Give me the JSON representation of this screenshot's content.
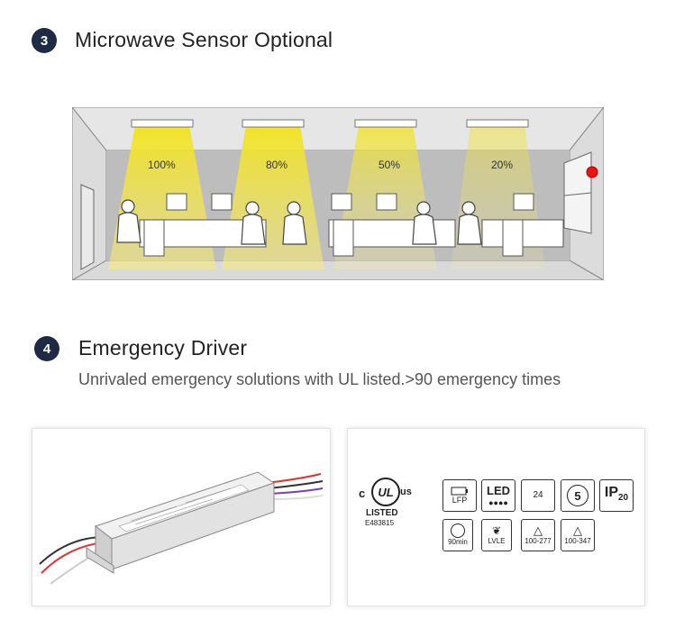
{
  "section3": {
    "number": "3",
    "title": "Microwave Sensor Optional",
    "diagram": {
      "zone_levels": [
        "100%",
        "80%",
        "50%",
        "20%"
      ]
    }
  },
  "section4": {
    "number": "4",
    "title": "Emergency Driver",
    "subtitle": "Unrivaled emergency solutions with UL  listed.>90 emergency times",
    "certification": {
      "ul_c": "c",
      "ul_us": "us",
      "ul_mark": "UL",
      "listed": "LISTED",
      "file_number": "E483815"
    },
    "feature_icons": [
      {
        "name": "lfp-icon",
        "label": "LFP"
      },
      {
        "name": "led-icon",
        "label": "LED"
      },
      {
        "name": "battery-24-icon",
        "label": "24"
      },
      {
        "name": "five-year-icon",
        "label": "5"
      },
      {
        "name": "ip20-icon",
        "label_main": "IP",
        "label_sub": "20"
      },
      {
        "name": "90min-icon",
        "label": "90min"
      },
      {
        "name": "lvle-icon",
        "label": "LVLE"
      },
      {
        "name": "voltage-100-277-icon",
        "label": "100-277"
      },
      {
        "name": "voltage-100-347-icon",
        "label": "100-347"
      }
    ]
  }
}
